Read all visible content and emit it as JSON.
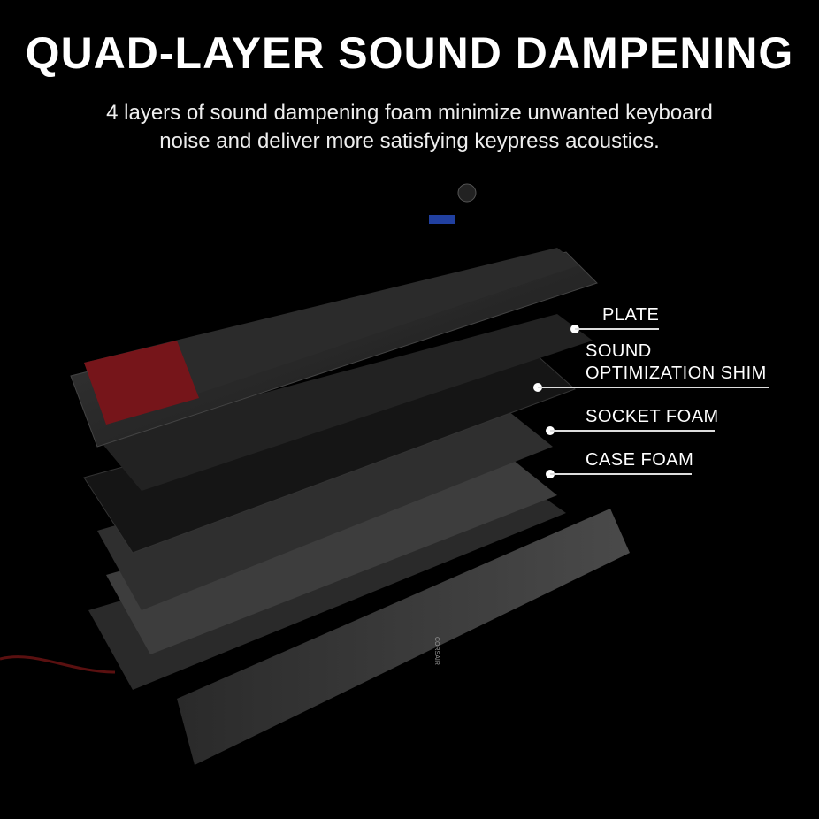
{
  "header": {
    "title": "QUAD-LAYER SOUND DAMPENING",
    "subtitle_line1": "4 layers of sound dampening foam minimize unwanted keyboard",
    "subtitle_line2": "noise and deliver more satisfying keypress acoustics."
  },
  "callouts": [
    {
      "label": "PLATE"
    },
    {
      "label_line1": "SOUND",
      "label_line2": "OPTIMIZATION SHIM"
    },
    {
      "label": "SOCKET FOAM"
    },
    {
      "label": "CASE FOAM"
    }
  ],
  "logo_text": "CORSAIR",
  "colors": {
    "background": "#000000",
    "accent_keys": "#b3121a",
    "text": "#ffffff"
  }
}
